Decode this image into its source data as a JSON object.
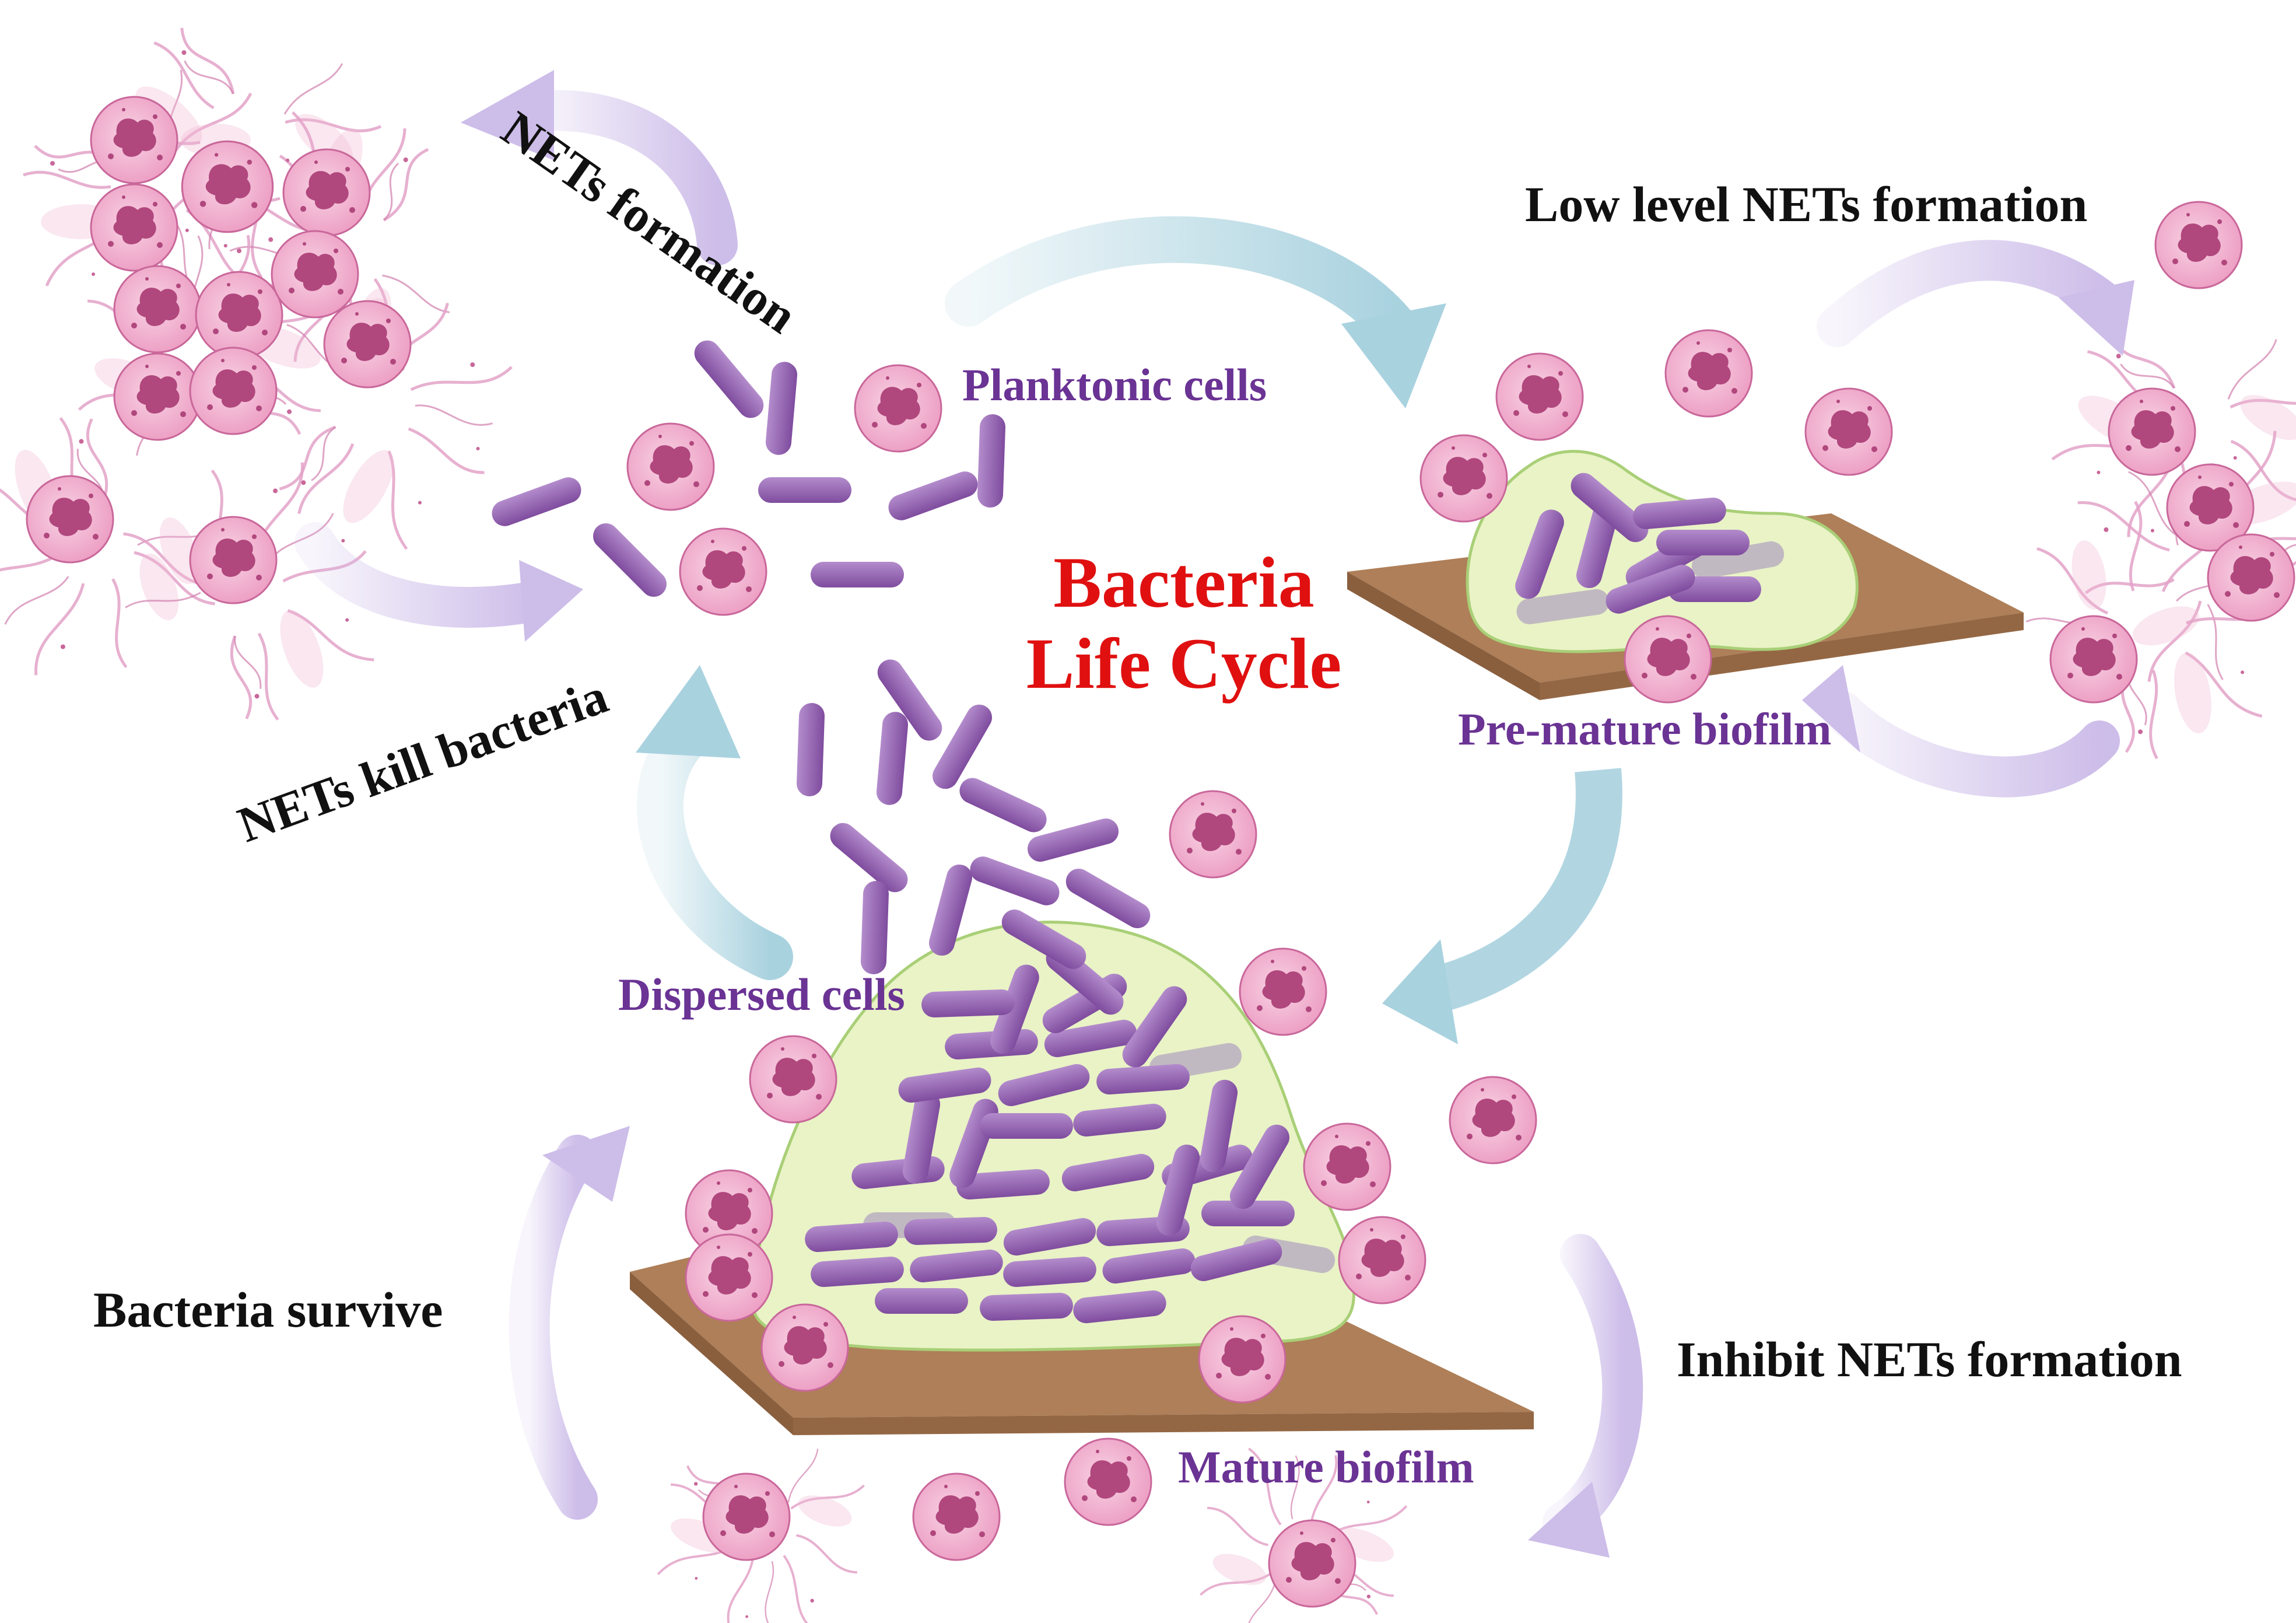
{
  "labels": {
    "nets_formation": "NETs formation",
    "nets_kill_bacteria": "NETs kill bacteria",
    "low_level_nets_formation": "Low level NETs formation",
    "bacteria_survive": "Bacteria survive",
    "inhibit_nets_formation": "Inhibit NETs formation",
    "planktonic_cells": "Planktonic cells",
    "pre_mature_biofilm": "Pre-mature biofilm",
    "dispersed_cells": "Dispersed cells",
    "mature_biofilm": "Mature biofilm",
    "title_line1": "Bacteria",
    "title_line2": "Life Cycle"
  },
  "colors": {
    "title": "#e01010",
    "stage_label": "#6a3394",
    "process_label": "#111111",
    "cycle_arrow": "#a9d2df",
    "immune_arrow": "#cdbde9",
    "bacterium": "#9b6cb5",
    "neutrophil": "#f2b9d3",
    "neutrophil_nucleus": "#b0477d",
    "net_strands": "#e3a2c8",
    "biofilm_matrix": "#e9f3c6",
    "substrate": "#ae7f58"
  },
  "icons": [
    "neutrophil-icon",
    "bacterium-icon",
    "net-cluster-icon",
    "cycle-arrow-icon",
    "substrate-plate-icon"
  ]
}
